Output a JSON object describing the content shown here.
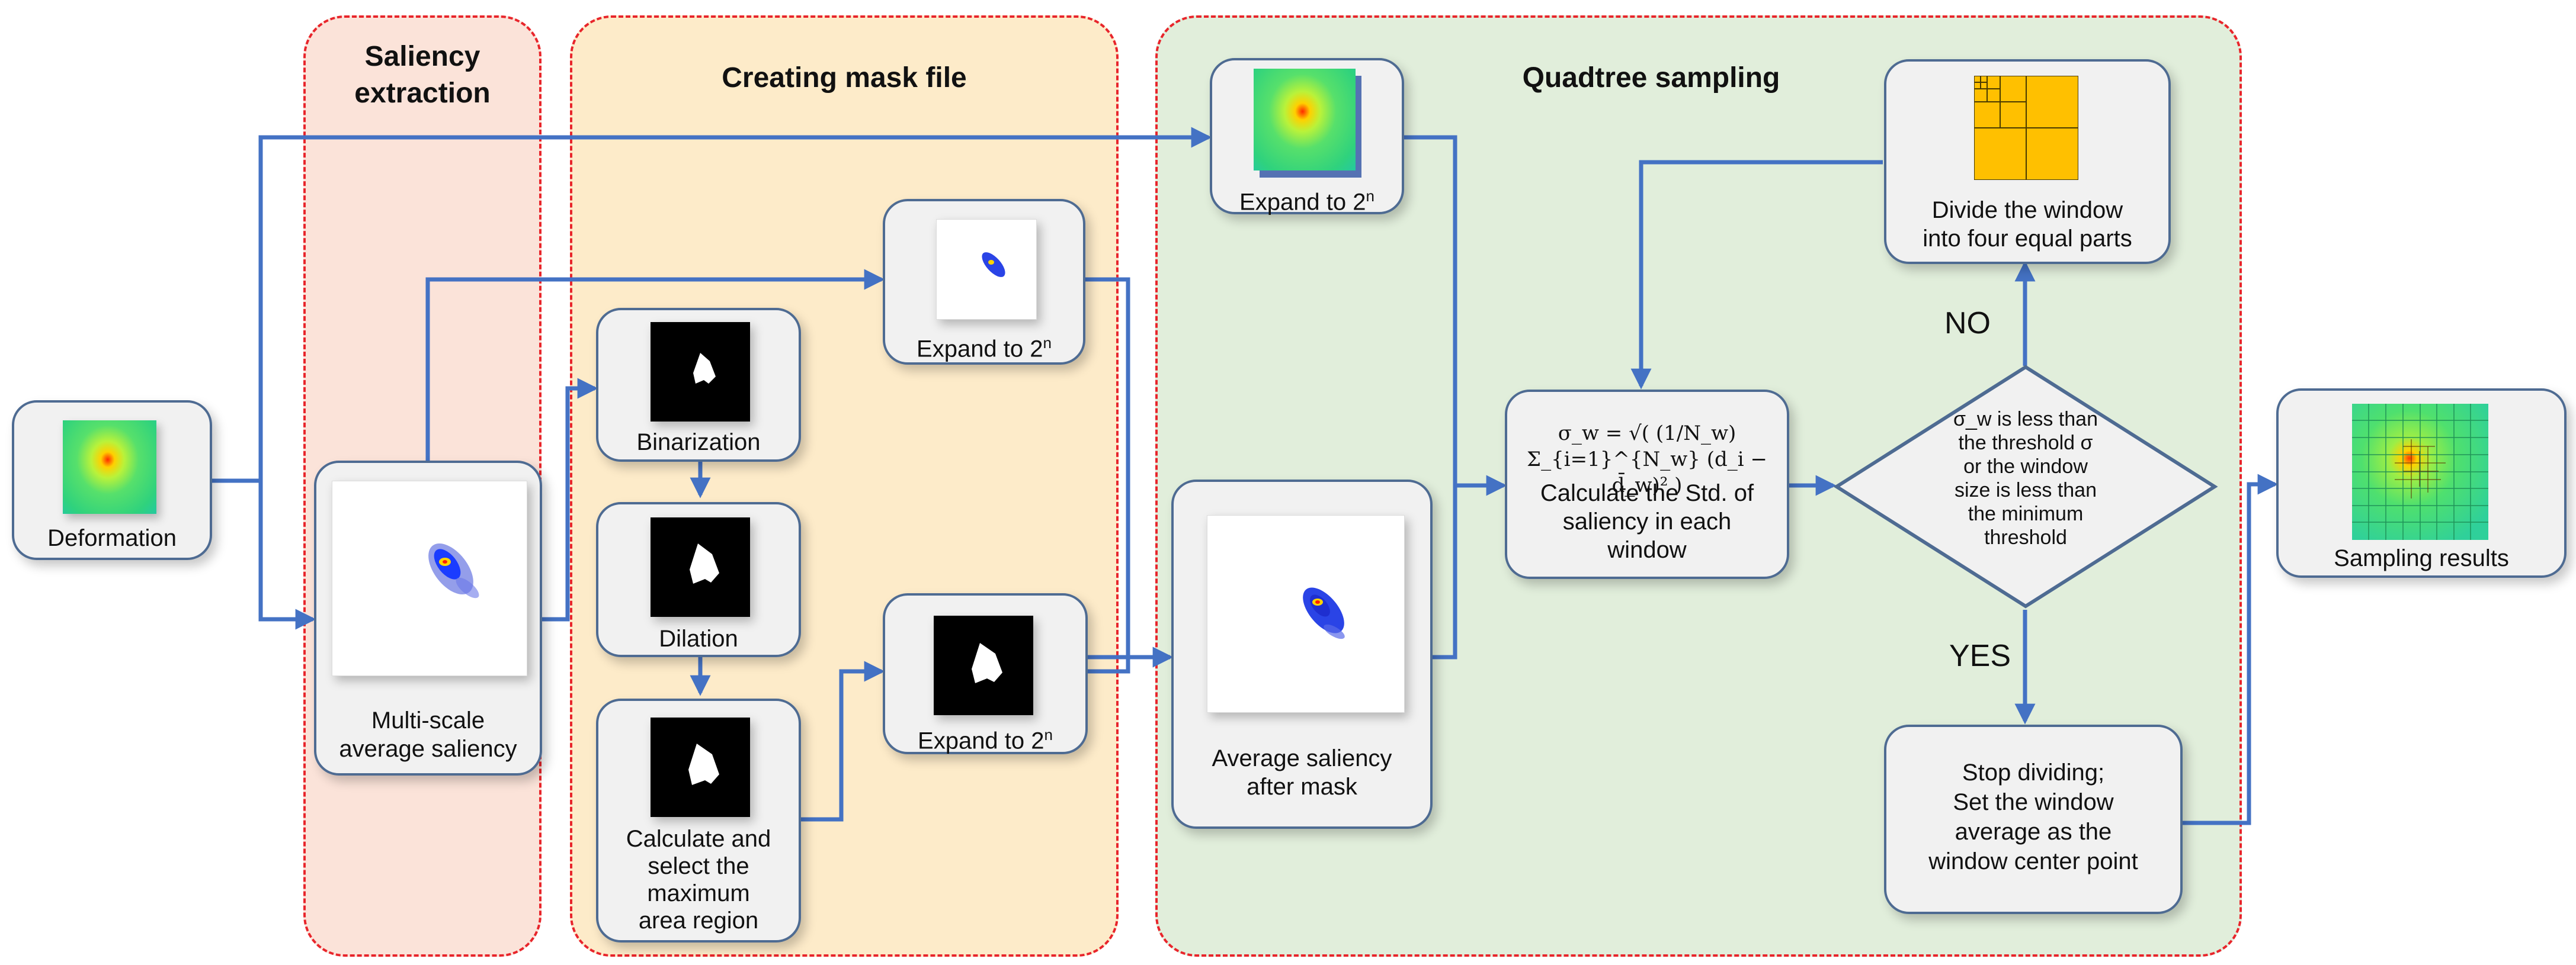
{
  "panels": {
    "saliency": {
      "title_line1": "Saliency",
      "title_line2": "extraction"
    },
    "mask": {
      "title": "Creating mask file"
    },
    "quadtree": {
      "title": "Quadtree sampling"
    }
  },
  "nodes": {
    "deformation": "Deformation",
    "multiscale_line1": "Multi-scale",
    "multiscale_line2": "average saliency",
    "binarization": "Binarization",
    "dilation": "Dilation",
    "calc_region": [
      "Calculate and",
      "select the",
      "maximum",
      "area region"
    ],
    "expand_top": "Expand to 2",
    "expand_mid": "Expand to 2",
    "expand_low": "Expand to 2",
    "expand_sup": "n",
    "avg_after_mask": [
      "Average saliency",
      "after mask"
    ],
    "calc_std": [
      "Calculate the Std. of",
      "saliency in each",
      "window"
    ],
    "divide": [
      "Divide the window",
      "into four equal parts"
    ],
    "stop": [
      "Stop dividing;",
      "Set the window",
      "average as the",
      "window center point"
    ],
    "sampling": "Sampling results"
  },
  "formula": "σ_w = √( (1/N_w) Σ_{i=1}^{N_w} (d_i − d̄_w)² )",
  "decision": [
    "σ_w is less than",
    "the threshold σ",
    "or the window",
    "size is less than",
    "the minimum",
    "threshold"
  ],
  "branches": {
    "no": "NO",
    "yes": "YES"
  },
  "colors": {
    "arrow": "#4472c4",
    "panel_border": "#e8252b",
    "saliency_fill": "#fbe3d9",
    "mask_fill": "#fdebc9",
    "quadtree_fill": "#e1eedb",
    "node_border": "#4e6b92"
  }
}
